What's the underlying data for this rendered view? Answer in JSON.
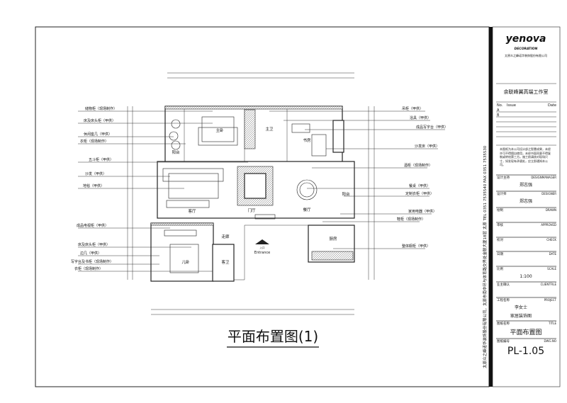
{
  "drawing_title": "平面布置图(1)",
  "entrance": {
    "cn": "入口",
    "en": "Entrance"
  },
  "rooms": {
    "master_bedroom": "主卧",
    "master_bath": "主卫",
    "study": "书房",
    "balcony_left": "阳台",
    "balcony_right": "阳台",
    "living": "客厅",
    "foyer": "门厅",
    "dining": "餐厅",
    "kitchen": "厨房",
    "corridor": "走廊",
    "kids_bedroom": "儿卧",
    "guest_bath": "客卫"
  },
  "left_labels": [
    "储物柜（现场制作）",
    "床及床头柜（甲供）",
    "休闲座几（甲供）",
    "衣柜（现场制作）",
    "五斗柜（甲供）",
    "沙发（甲供）",
    "地毯（甲供）",
    "成品电视柜（甲供）",
    "床及床头柜（甲供）",
    "边几（甲供）",
    "写字台及书柜（现场制作）",
    "衣柜（现场制作）"
  ],
  "right_labels": [
    "吊柜（甲供）",
    "浴具（甲供）",
    "成品写字台（甲供）",
    "沙发床（甲供）",
    "酒柜（现场制作）",
    "餐桌（甲供）",
    "定制衣柜（甲供）",
    "家用电器（甲供）",
    "鞋柜（现场制作）",
    "整体橱柜（甲供）"
  ],
  "title_block": {
    "logo": "yenova",
    "logo_sub": "DECORATION",
    "company": "太原众之峰诺华装饰股份有限公司",
    "studio": "余联峰翼高端工作室",
    "rev_header": [
      "No.",
      "Issue",
      "Date"
    ],
    "rev_rows": [
      "A",
      "B"
    ],
    "disclaimer": "本图纸为本公司设计部之智慧成果，未经许可不得擅自使用，未经书面同意不得复制或转给第三方。施工前请核对现场尺寸，如发现有矛盾处，应立即通知本公司。",
    "fields": [
      {
        "cn": "设计主持",
        "en": "DESIGNMANAGER",
        "value": "郑志强"
      },
      {
        "cn": "设计师",
        "en": "DESIGNER",
        "value": "郑志强"
      },
      {
        "cn": "绘制",
        "en": "DRAWN",
        "value": ""
      },
      {
        "cn": "审核",
        "en": "APPROVED",
        "value": ""
      },
      {
        "cn": "校对",
        "en": "CHECK",
        "value": ""
      },
      {
        "cn": "日期",
        "en": "DATE",
        "value": ""
      },
      {
        "cn": "比例",
        "en": "SCALE",
        "value": "1:100"
      },
      {
        "cn": "业主确认",
        "en": "CLIENTFILE",
        "value": ""
      },
      {
        "cn": "工程名称",
        "en": "PROJECT",
        "value": "李女士"
      },
      {
        "cn": "",
        "en": "",
        "value": "家居装饰图"
      },
      {
        "cn": "图纸名称",
        "en": "TITLE",
        "value": "平面布置图"
      },
      {
        "cn": "图纸编号",
        "en": "DWG.NO",
        "value": "PL-1.05"
      }
    ],
    "side_strip": "太原众之峰诺华装饰股份有限公司，太原市南中环与体育路交界处金联大厦18层   太原   TEL  0351  7535540   FAX  0351  7535530"
  }
}
